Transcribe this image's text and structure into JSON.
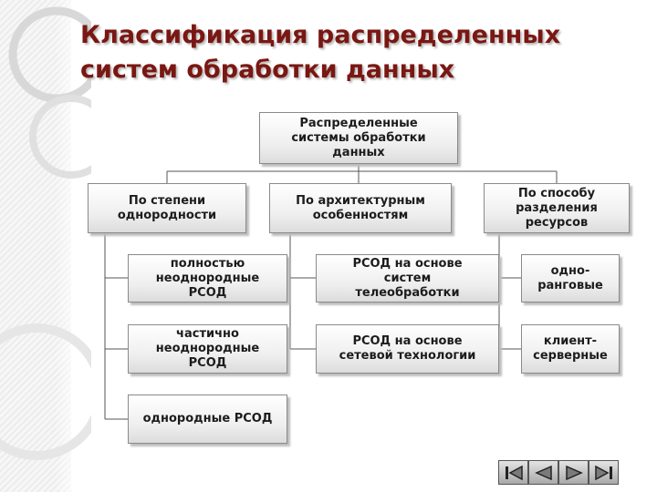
{
  "title": {
    "line1": "Классификация распределенных",
    "line2": "систем обработки данных"
  },
  "diagram": {
    "root": "Распределенные\nсистемы обработки\nданных",
    "categories": [
      "По степени\nоднородности",
      "По архитектурным\nособенностям",
      "По способу\nразделения\nресурсов"
    ],
    "homogeneity": [
      "полностью\nнеоднородные\nРСОД",
      "частично\nнеоднородные\nРСОД",
      "однородные РСОД"
    ],
    "architecture": [
      "РСОД на основе\nсистем\nтелеобработки",
      "РСОД на основе\nсетевой технологии"
    ],
    "resources": [
      "одно-\nранговые",
      "клиент-\nсерверные"
    ]
  },
  "colors": {
    "title": "#7a1712",
    "box_border": "#8a8a8a",
    "connector": "#555555"
  },
  "navigation": {
    "icons": [
      "first-slide-icon",
      "previous-slide-icon",
      "next-slide-icon",
      "last-slide-icon"
    ]
  }
}
